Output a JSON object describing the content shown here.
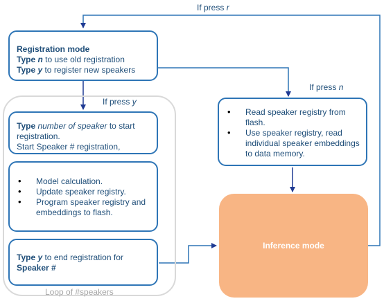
{
  "labels": {
    "press_r_prefix": "If press ",
    "press_r_key": "r",
    "press_y_prefix": "If press ",
    "press_y_key": "y",
    "press_n_prefix": "If press ",
    "press_n_key": "n",
    "loop": "Loop of #speakers"
  },
  "registration": {
    "title": "Registration mode",
    "line1_bold": "Type ",
    "line1_key": "n",
    "line1_rest": " to use old registration",
    "line2_bold": "Type ",
    "line2_key": "y",
    "line2_rest": " to register new speakers"
  },
  "start_box": {
    "bold": "Type ",
    "italic": "number of speaker",
    "rest": " to start registration.",
    "line2": "Start Speaker # registration,"
  },
  "model_box": {
    "items": [
      "Model calculation.",
      "Update speaker registry.",
      "Program speaker registry and embeddings  to flash."
    ]
  },
  "end_box": {
    "bold1": "Type ",
    "key": "y",
    "rest": " to end registration for",
    "bold2": "Speaker #"
  },
  "read_box": {
    "items": [
      "Read speaker registry from flash.",
      "Use speaker registry, read individual speaker embeddings to data memory."
    ]
  },
  "inference": {
    "label": "Inference mode"
  },
  "colors": {
    "box_border": "#2e75b6",
    "text": "#1f4e79",
    "arrow": "#1f3a93",
    "inference_fill": "#f8b584",
    "loop_border": "#d9d9d9"
  }
}
